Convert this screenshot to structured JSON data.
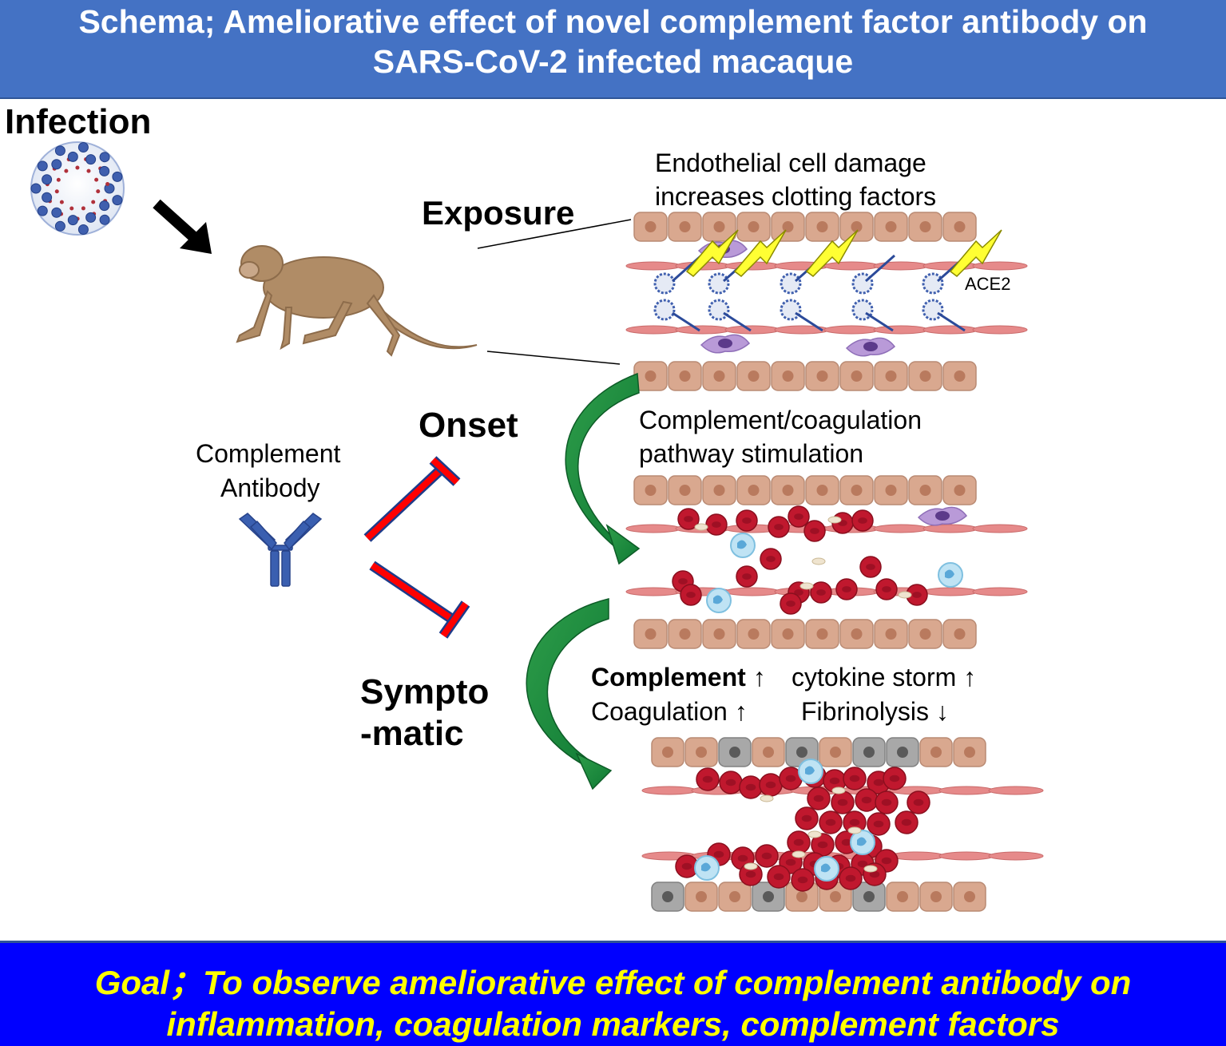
{
  "header": {
    "title_line1": "Schema; Ameliorative effect of novel complement factor antibody on",
    "title_line2": "SARS-CoV-2 infected macaque"
  },
  "labels": {
    "infection": "Infection",
    "exposure": "Exposure",
    "onset": "Onset",
    "symptomatic_line1": "Sympto",
    "symptomatic_line2": "-matic",
    "antibody_line1": "Complement",
    "antibody_line2": "Antibody",
    "endothelial_line1": "Endothelial cell damage",
    "endothelial_line2": "increases clotting factors",
    "ace2": "ACE2",
    "pathway_line1": "Complement/coagulation",
    "pathway_line2": "pathway stimulation",
    "complement_bold": "Complement",
    "complement_arrow": "↑",
    "cytokine": "cytokine storm ↑",
    "coagulation": "Coagulation ↑",
    "fibrinolysis": "Fibrinolysis ↓"
  },
  "footer": {
    "goal_line1": "Goal；To observe ameliorative effect of complement antibody on",
    "goal_line2": "inflammation, coagulation markers, complement factors"
  },
  "colors": {
    "header_bg": "#4472c4",
    "footer_bg": "#0000ff",
    "footer_text": "#ffff00",
    "inhibit_arrow": "#ff0000",
    "flow_arrow": "#1f9e3b",
    "cell": "#d9a88f",
    "rbc": "#c0182e",
    "lightning": "#ffff33"
  }
}
